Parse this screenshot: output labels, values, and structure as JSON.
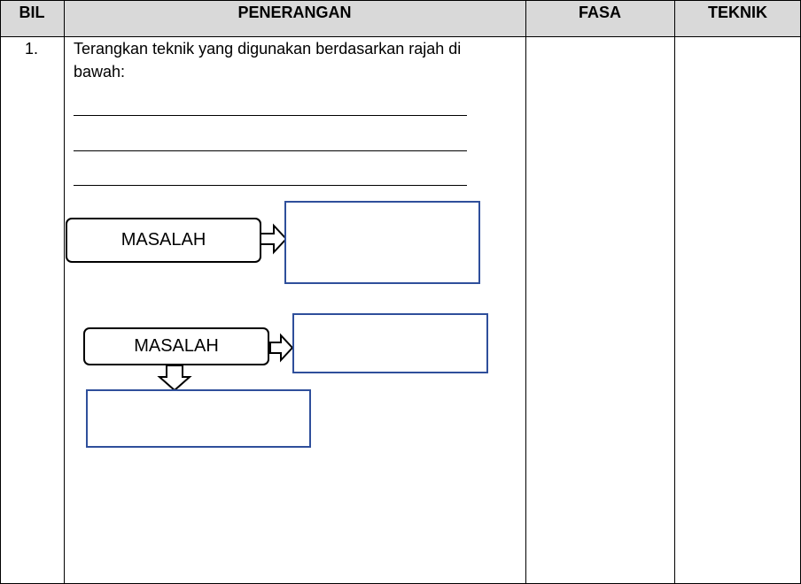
{
  "table": {
    "headers": {
      "bil": "BIL",
      "penerangan": "PENERANGAN",
      "fasa": "FASA",
      "teknik": "TEKNIK"
    },
    "row": {
      "number": "1.",
      "question": "Terangkan teknik yang digunakan berdasarkan rajah di bawah:"
    }
  },
  "diagram": {
    "top_label": "MASALAH",
    "bottom_label": "MASALAH",
    "border_color": "#2f4f9b"
  }
}
